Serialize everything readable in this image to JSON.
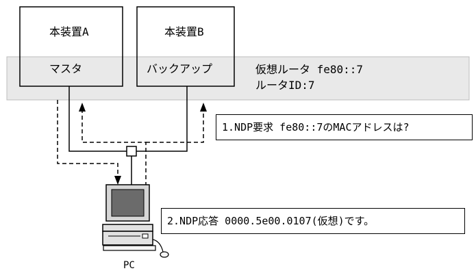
{
  "device_a": {
    "name": "本装置A",
    "role": "マスタ"
  },
  "device_b": {
    "name": "本装置B",
    "role": "バックアップ"
  },
  "virtual_router": {
    "address_line": "仮想ルータ fe80::7",
    "id_line": "ルータID:7"
  },
  "ndp_request": {
    "text": "1.NDP要求 fe80::7のMACアドレスは?"
  },
  "ndp_response": {
    "text": "2.NDP応答 0000.5e00.0107(仮想)です。"
  },
  "pc": {
    "label": "PC"
  },
  "colors": {
    "band": "#e9e9e9",
    "band_border": "#bdbdbd",
    "line": "#000000",
    "screen": "#6b6b6b"
  }
}
